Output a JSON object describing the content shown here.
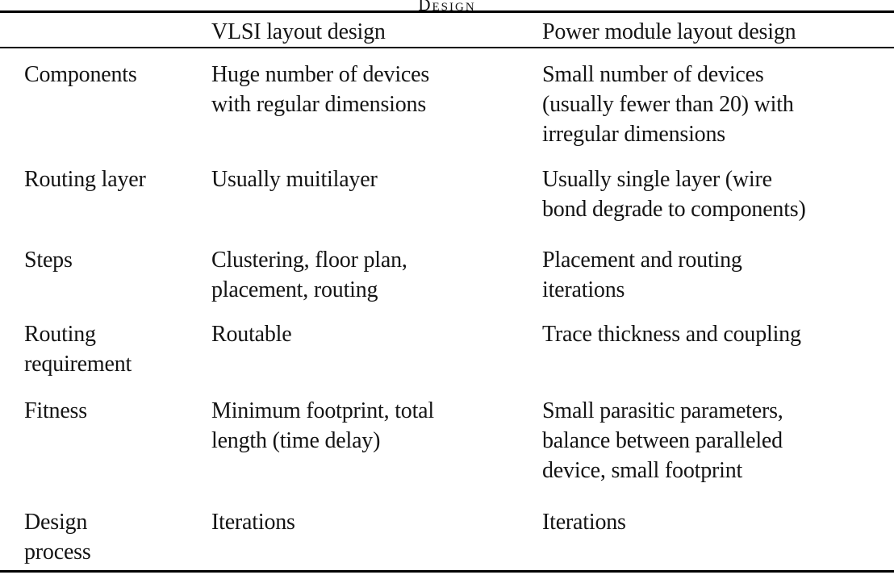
{
  "caption_fragment": "Design",
  "table": {
    "header": {
      "vlsi": "VLSI layout design",
      "power": "Power module layout design"
    },
    "rows": [
      {
        "label": [
          "Components"
        ],
        "vlsi": [
          "Huge number of devices",
          "with regular dimensions"
        ],
        "power": [
          "Small number of devices",
          "(usually fewer than 20) with",
          "irregular dimensions"
        ]
      },
      {
        "label": [
          "Routing layer"
        ],
        "vlsi": [
          "Usually muitilayer"
        ],
        "power": [
          "Usually single layer (wire",
          "bond degrade to components)"
        ]
      },
      {
        "label": [
          "Steps"
        ],
        "vlsi": [
          "Clustering, floor plan,",
          "placement, routing"
        ],
        "power": [
          "Placement and routing",
          "iterations"
        ]
      },
      {
        "label": [
          "Routing",
          "requirement"
        ],
        "vlsi": [
          "Routable"
        ],
        "power": [
          "Trace thickness and coupling"
        ]
      },
      {
        "label": [
          "Fitness"
        ],
        "vlsi": [
          "Minimum footprint, total",
          "length (time delay)"
        ],
        "power": [
          "Small parasitic parameters,",
          "balance between paralleled",
          "device, small footprint"
        ]
      },
      {
        "label": [
          "Design",
          "process"
        ],
        "vlsi": [
          "Iterations"
        ],
        "power": [
          "Iterations"
        ]
      }
    ]
  }
}
